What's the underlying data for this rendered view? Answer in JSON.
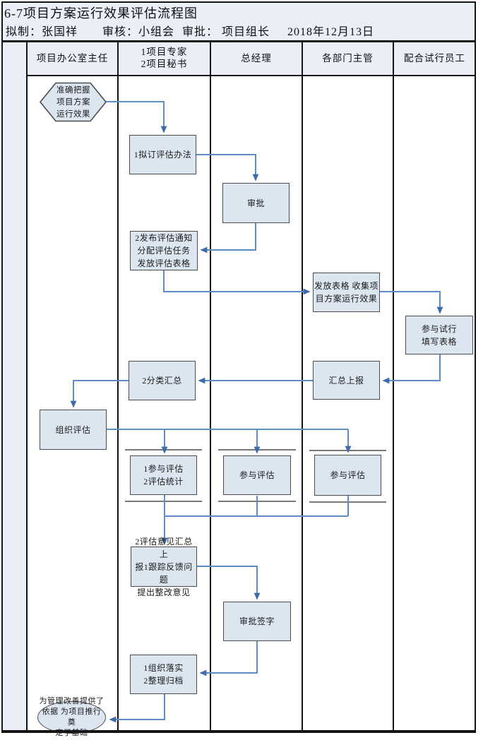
{
  "title": "6-7项目方案运行效果评估流程图",
  "meta": {
    "drafter": "拟制：张国祥",
    "reviewer": "审核：小组会",
    "approver": "审批： 项目组长",
    "date": "2018年12月13日"
  },
  "lanes": [
    "项目办公室主任",
    "1项目专家\n2项目秘书",
    "总经理",
    "各部门主管",
    "配合试行员工"
  ],
  "nodes": [
    {
      "id": "start",
      "shape": "hexagon",
      "lane": "项目办公室主任",
      "text": "准确把握\n项目方案\n运行效果"
    },
    {
      "id": "draft-method",
      "shape": "rect",
      "lane": "1项目专家2项目秘书",
      "text": "1拟订评估办法"
    },
    {
      "id": "approve",
      "shape": "rect",
      "lane": "总经理",
      "text": "审批"
    },
    {
      "id": "publish-notice",
      "shape": "rect",
      "lane": "1项目专家2项目秘书",
      "text": "2发布评估通知\n分配评估任务\n发放评估表格"
    },
    {
      "id": "distribute-collect",
      "shape": "rect",
      "lane": "各部门主管",
      "text": "发放表格  收集项\n目方案运行效果"
    },
    {
      "id": "trial-fill",
      "shape": "rect",
      "lane": "配合试行员工",
      "text": "参与试行\n填写表格"
    },
    {
      "id": "summary-report",
      "shape": "rect",
      "lane": "各部门主管",
      "text": "汇总上报"
    },
    {
      "id": "classify-summary",
      "shape": "rect",
      "lane": "1项目专家2项目秘书",
      "text": "2分类汇总"
    },
    {
      "id": "organize-eval",
      "shape": "rect",
      "lane": "项目办公室主任",
      "text": "组织评估"
    },
    {
      "id": "participate-stats",
      "shape": "rect",
      "lane": "1项目专家2项目秘书",
      "text": "1参与评估\n2评估统计"
    },
    {
      "id": "participate-gm",
      "shape": "rect",
      "lane": "总经理",
      "text": "参与评估"
    },
    {
      "id": "participate-dept",
      "shape": "rect",
      "lane": "各部门主管",
      "text": "参与评估"
    },
    {
      "id": "opinion-summary",
      "shape": "rect",
      "lane": "1项目专家2项目秘书",
      "text": "2评估意见汇总上\n报1跟踪反馈问题\n提出整改意见"
    },
    {
      "id": "approve-sign",
      "shape": "rect",
      "lane": "总经理",
      "text": "审批签字"
    },
    {
      "id": "implement-archive",
      "shape": "rect",
      "lane": "1项目专家2项目秘书",
      "text": "1组织落实\n2整理归档"
    },
    {
      "id": "end",
      "shape": "ellipse",
      "lane": "项目办公室主任",
      "text": "为管理改善提供了\n依据 为项目推行奠\n定了基础"
    }
  ],
  "colors": {
    "node_fill": "#dce6f1",
    "band_fill": "#e9eef7",
    "arrow_line": "#5e8cc4",
    "arrow_head": "#3c6cab",
    "grid_border": "#141414",
    "node_border": "#4c4c4c"
  }
}
